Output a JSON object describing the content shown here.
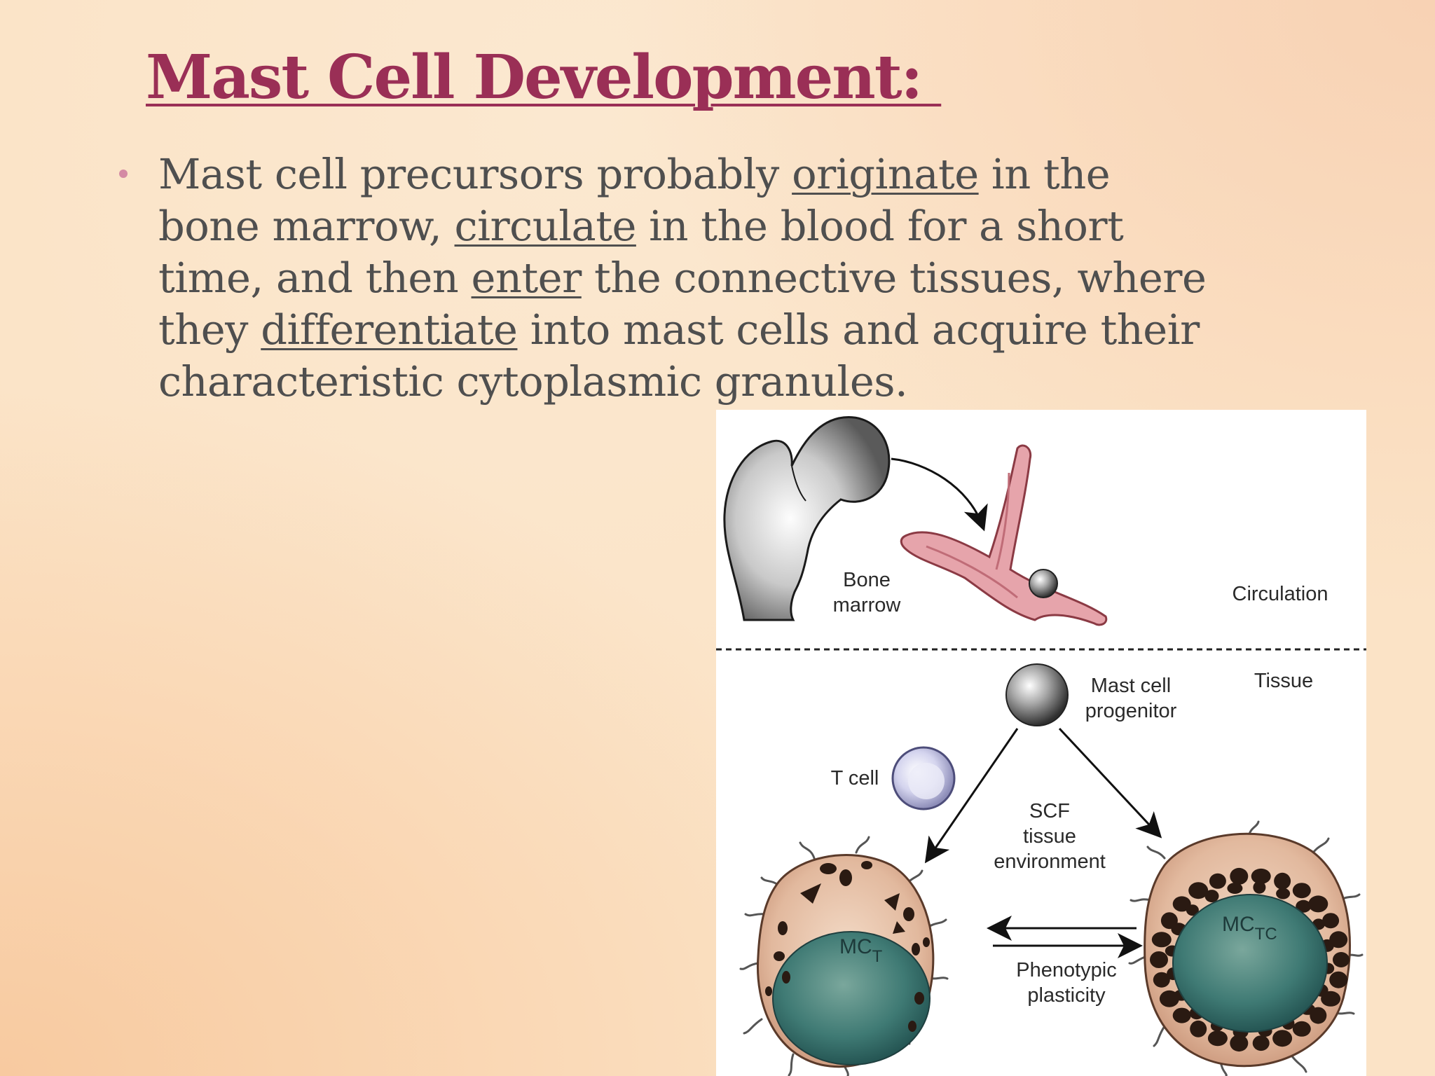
{
  "slide": {
    "title": "Mast Cell Development: ",
    "bullet": {
      "p1": "Mast cell precursors probably ",
      "u1": "originate",
      "p2": " in the bone marrow, ",
      "u2": "circulate",
      "p3": " in the blood for a short time, and then ",
      "u3": "enter",
      "p4": " the connective tissues, where they ",
      "u4": "differentiate",
      "p5": " into mast cells and acquire their characteristic cytoplasmic granules."
    }
  },
  "figure": {
    "labels": {
      "bone_marrow_1": "Bone",
      "bone_marrow_2": "marrow",
      "circulation": "Circulation",
      "tissue": "Tissue",
      "progenitor_1": "Mast cell",
      "progenitor_2": "progenitor",
      "t_cell": "T cell",
      "scf_1": "SCF",
      "scf_2": "tissue",
      "scf_3": "environment",
      "plasticity_1": "Phenotypic",
      "plasticity_2": "plasticity",
      "mct_main": "MC",
      "mct_sub": "T",
      "mctc_main": "MC",
      "mctc_sub": "TC"
    },
    "colors": {
      "title": "#9a2f56",
      "body_text": "#4f4f4f",
      "vessel": "#e6a4ab",
      "mast_cell_body": "#e2b99e",
      "nucleus": "#3f7a74",
      "t_cell": "#c8c8e6"
    }
  }
}
